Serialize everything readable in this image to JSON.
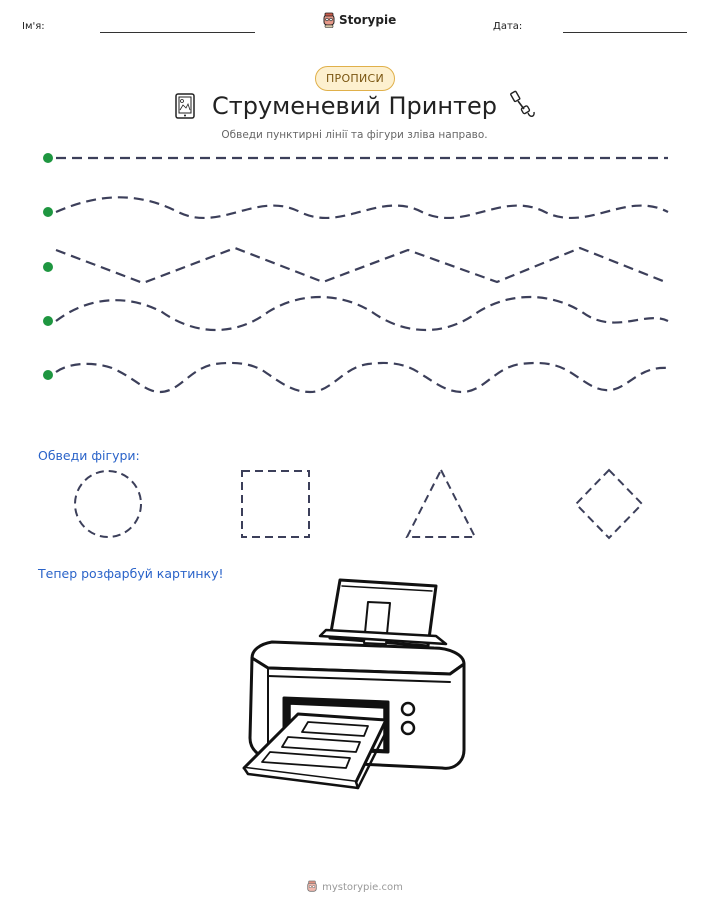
{
  "header": {
    "name_label": "Ім'я:",
    "date_label": "Дата:",
    "brand": "Storypie"
  },
  "badge": "ПРОПИСИ",
  "title": "Струменевий Принтер",
  "subtitle": "Обведи пунктирні лінії та фігури зліва направо.",
  "tracing_lines": [
    "straight",
    "wave",
    "zigzag",
    "wave",
    "wave"
  ],
  "shapes_label": "Обведи фігури:",
  "shapes": [
    "circle",
    "square",
    "triangle",
    "diamond"
  ],
  "coloring_label": "Тепер розфарбуй картинку!",
  "footer": "mystorypie.com",
  "colors": {
    "dash": "#3c3f5a",
    "start_dot": "#1e9640",
    "accent_blue": "#2a63c9",
    "badge_bg": "#fdf0cf",
    "badge_border": "#e0b04a"
  }
}
